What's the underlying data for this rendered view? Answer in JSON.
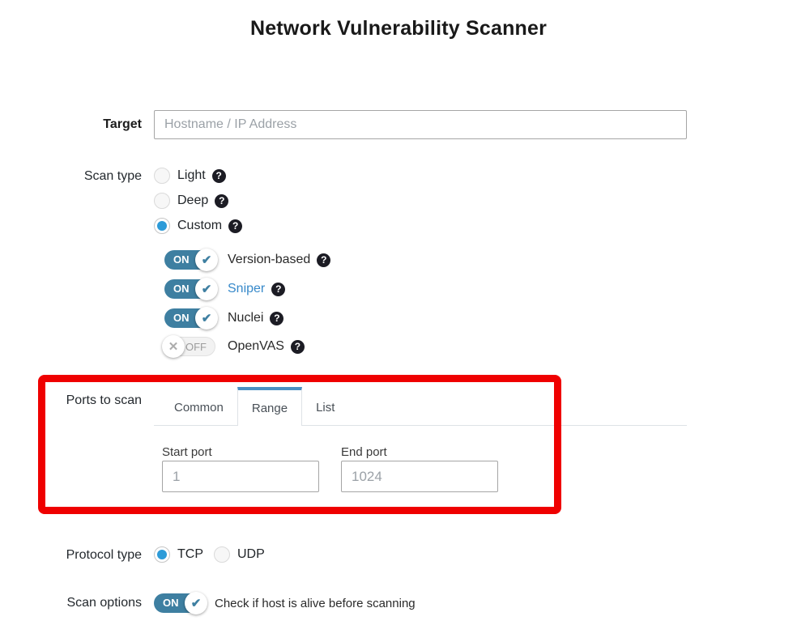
{
  "title": "Network Vulnerability Scanner",
  "icons": {
    "help": "?",
    "check": "✔",
    "cross": "✕"
  },
  "toggle": {
    "on": "ON",
    "off": "OFF"
  },
  "colors": {
    "toggle_on": "#3e7fa1",
    "radio_selected": "#2d9bd8",
    "link_blue": "#3789ca",
    "tab_accent": "#4a8fc2",
    "annotation_red": "#ef0000"
  },
  "form": {
    "target": {
      "label": "Target",
      "placeholder": "Hostname / IP Address",
      "value": ""
    },
    "scan_type": {
      "label": "Scan type",
      "selected": "Custom",
      "options": [
        {
          "label": "Light"
        },
        {
          "label": "Deep"
        },
        {
          "label": "Custom"
        }
      ],
      "tools": [
        {
          "label": "Version-based",
          "state": "ON"
        },
        {
          "label": "Sniper",
          "state": "ON"
        },
        {
          "label": "Nuclei",
          "state": "ON"
        },
        {
          "label": "OpenVAS",
          "state": "OFF"
        }
      ]
    },
    "ports": {
      "label": "Ports to scan",
      "active_tab": "Range",
      "tabs": [
        {
          "label": "Common"
        },
        {
          "label": "Range"
        },
        {
          "label": "List"
        }
      ],
      "range": {
        "start": {
          "label": "Start port",
          "placeholder": "1",
          "value": ""
        },
        "end": {
          "label": "End port",
          "placeholder": "1024",
          "value": ""
        }
      }
    },
    "protocol": {
      "label": "Protocol type",
      "selected": "TCP",
      "options": [
        {
          "label": "TCP"
        },
        {
          "label": "UDP"
        }
      ]
    },
    "scan_options": {
      "label": "Scan options",
      "state": "ON",
      "description": "Check if host is alive before scanning"
    }
  }
}
